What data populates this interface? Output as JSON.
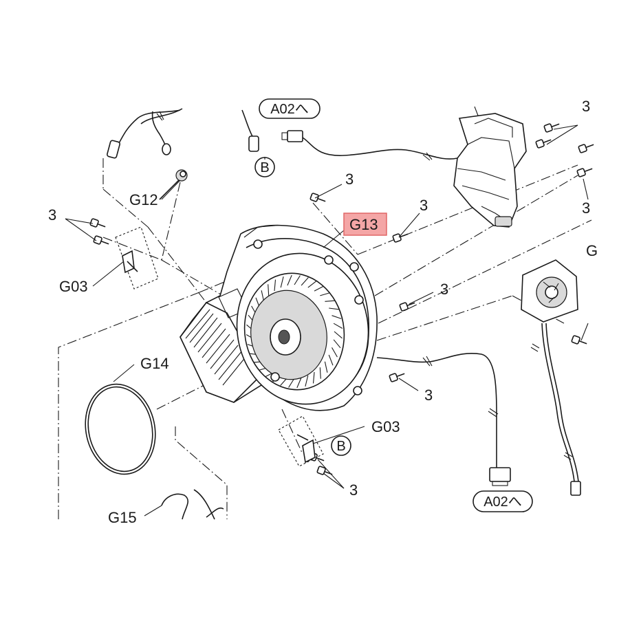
{
  "labels": {
    "g12": "G12",
    "g13": "G13",
    "g14": "G14",
    "g15": "G15",
    "g03_left": "G03",
    "g03_bottom": "G03",
    "g_right_partial": "G",
    "screw_top": "3",
    "screw_left": "3",
    "screw_g13": "3",
    "screw_mid_right": "3",
    "screw_lower_right": "3",
    "screw_bottom": "3",
    "screw_right_top": "3",
    "screw_right_partial": "3",
    "ref_b_top": "B",
    "ref_b_bottom": "B",
    "connector_a02_top": "A02へ",
    "connector_a02_bottom": "A02へ"
  },
  "colors": {
    "line": "#1a1a1a",
    "highlight_fill": "#f4a6a6",
    "highlight_stroke": "#e06666"
  },
  "highlight": "G13"
}
